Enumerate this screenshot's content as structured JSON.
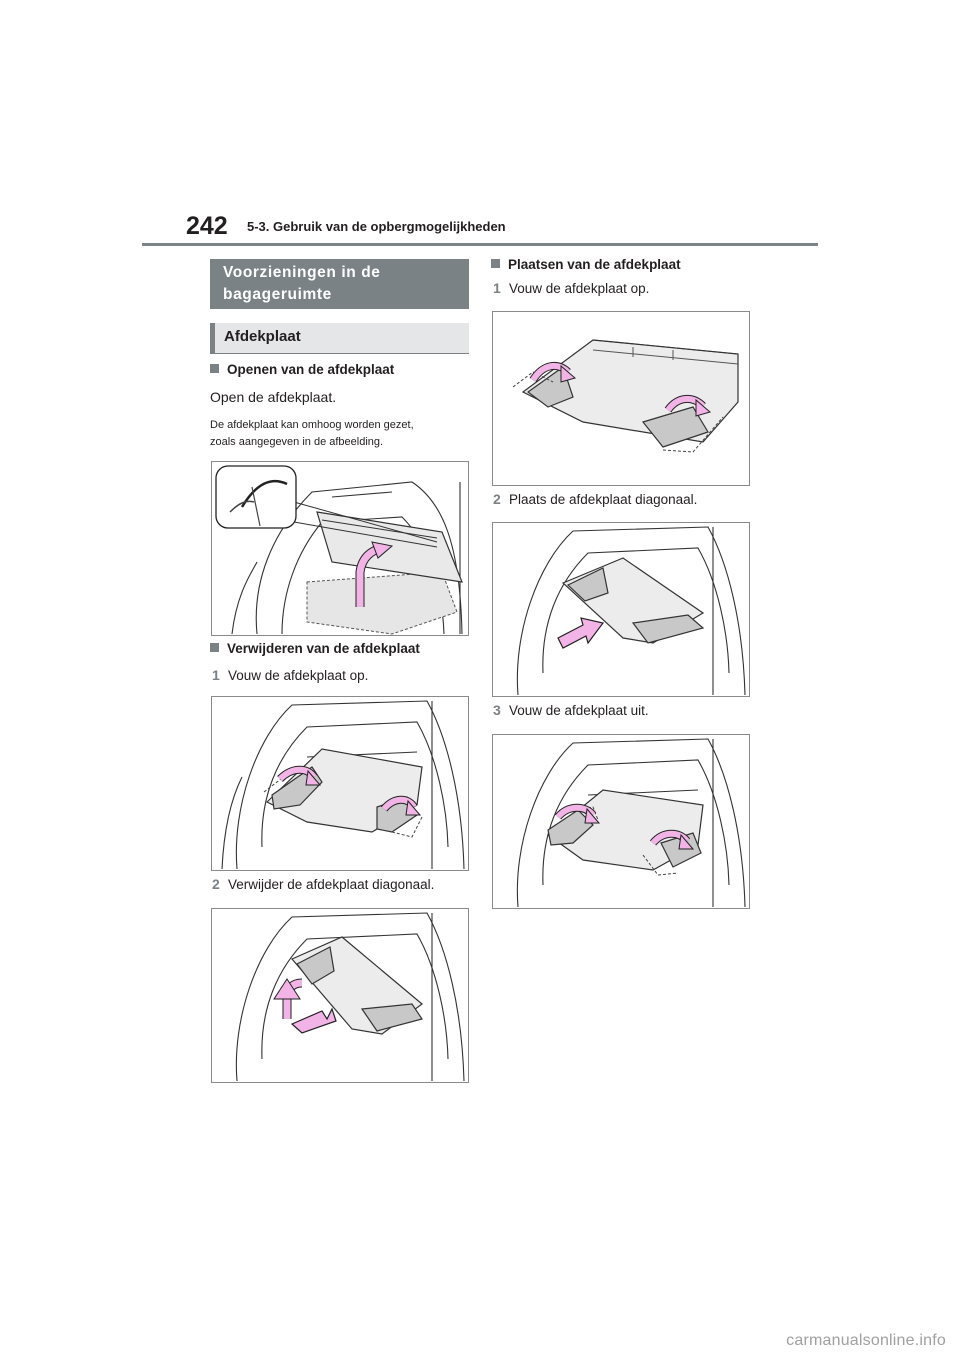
{
  "header": {
    "page_number": "242",
    "chapter": "5-3. Gebruik van de opbergmogelijkheden"
  },
  "section": {
    "title_line1": "Voorzieningen in de",
    "title_line2": "bagageruimte",
    "subsection": "Afdekplaat"
  },
  "open": {
    "heading": "Openen van de afdekplaat",
    "text": "Open de afdekplaat.",
    "note_line1": "De afdekplaat kan omhoog worden gezet,",
    "note_line2": "zoals aangegeven in de afbeelding."
  },
  "remove": {
    "heading": "Verwijderen van de afdekplaat",
    "steps": [
      {
        "num": "1",
        "text": "Vouw de afdekplaat op."
      },
      {
        "num": "2",
        "text": "Verwijder de afdekplaat diagonaal."
      }
    ]
  },
  "install": {
    "heading": "Plaatsen van de afdekplaat",
    "steps": [
      {
        "num": "1",
        "text": "Vouw de afdekplaat op."
      },
      {
        "num": "2",
        "text": "Plaats de afdekplaat diagonaal."
      },
      {
        "num": "3",
        "text": "Vouw de afdekplaat uit."
      }
    ]
  },
  "colors": {
    "accent_gray": "#7a8285",
    "arrow_pink": "#f2b4e6",
    "panel_gray": "#c8c8c8"
  },
  "watermark": "carmanualsonline.info"
}
